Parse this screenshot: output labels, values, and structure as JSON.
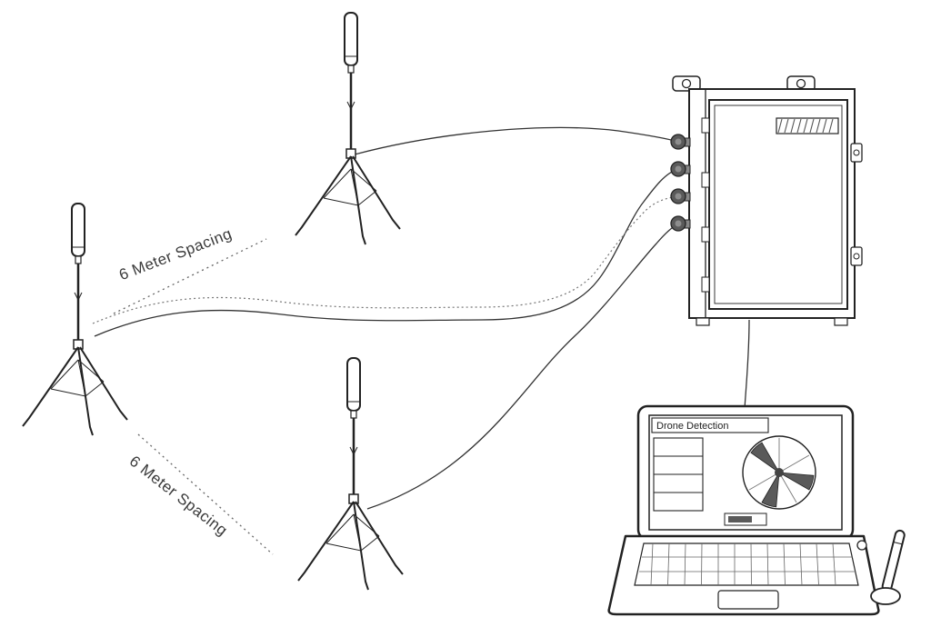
{
  "diagram": {
    "labels": {
      "spacing_top": "6 Meter Spacing",
      "spacing_bottom": "6 Meter Spacing",
      "screen_title": "Drone Detection"
    },
    "components": {
      "antennas": [
        "antenna-tripod-top",
        "antenna-tripod-left",
        "antenna-tripod-bottom"
      ],
      "cabinet": "equipment-cabinet",
      "cabinet_connectors": [
        "connector-1",
        "connector-2",
        "connector-3",
        "connector-4"
      ],
      "laptop": "laptop-with-drone-detection-software",
      "laptop_antenna": "laptop-antenna",
      "cables": [
        "cable-top-antenna",
        "cable-left-antenna",
        "cable-left-antenna-dotted",
        "cable-bottom-antenna",
        "cable-cabinet-to-laptop"
      ]
    },
    "colors": {
      "ink": "#222222",
      "muted": "#6b6b6b",
      "shade": "#555555",
      "background": "#ffffff"
    }
  }
}
